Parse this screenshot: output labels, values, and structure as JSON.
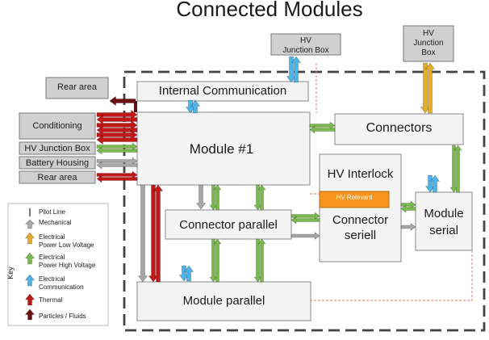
{
  "title": "Connected Modules",
  "external": {
    "hv_junction_box_top": "HV\nJunction Box",
    "hv_junction_box_right": "HV\nJunction\nBox",
    "rear_area_top": "Rear area"
  },
  "left_inputs": [
    "Conditioning",
    "HV Junction Box",
    "Battery Housing",
    "Rear area"
  ],
  "modules": {
    "internal_communication": "Internal Communication",
    "module_1": "Module #1",
    "connectors": "Connectors",
    "hv_interlock": "HV Interlock",
    "hv_relevant": "HV Relevant",
    "connector_seriell": "Connector\nseriell",
    "module_serial": "Module\nserial",
    "connector_parallel": "Connector parallel",
    "module_parallel": "Module parallel"
  },
  "key": {
    "title": "Key",
    "items": [
      {
        "label": "Pilot Line",
        "type": "pilot"
      },
      {
        "label": "Mechanical",
        "type": "mechanical"
      },
      {
        "label": "Electrical\nPower Low Voltage",
        "type": "low_voltage"
      },
      {
        "label": "Electrical\nPower High Voltage",
        "type": "high_voltage"
      },
      {
        "label": "Electrical\nCommunication",
        "type": "communication"
      },
      {
        "label": "Thermal",
        "type": "thermal"
      },
      {
        "label": "Particles / Fluids",
        "type": "particles"
      }
    ]
  },
  "colors": {
    "mechanical": "#a6a6a6",
    "low_voltage": "#e2ad2b",
    "high_voltage": "#79b84a",
    "communication": "#4db3e6",
    "thermal": "#c01818",
    "particles": "#6b1010",
    "pilot": "#222222",
    "hv_relevant": "#f7951e",
    "gray_box": "#d0d0d0",
    "dashed_line": "#e07a7a"
  }
}
